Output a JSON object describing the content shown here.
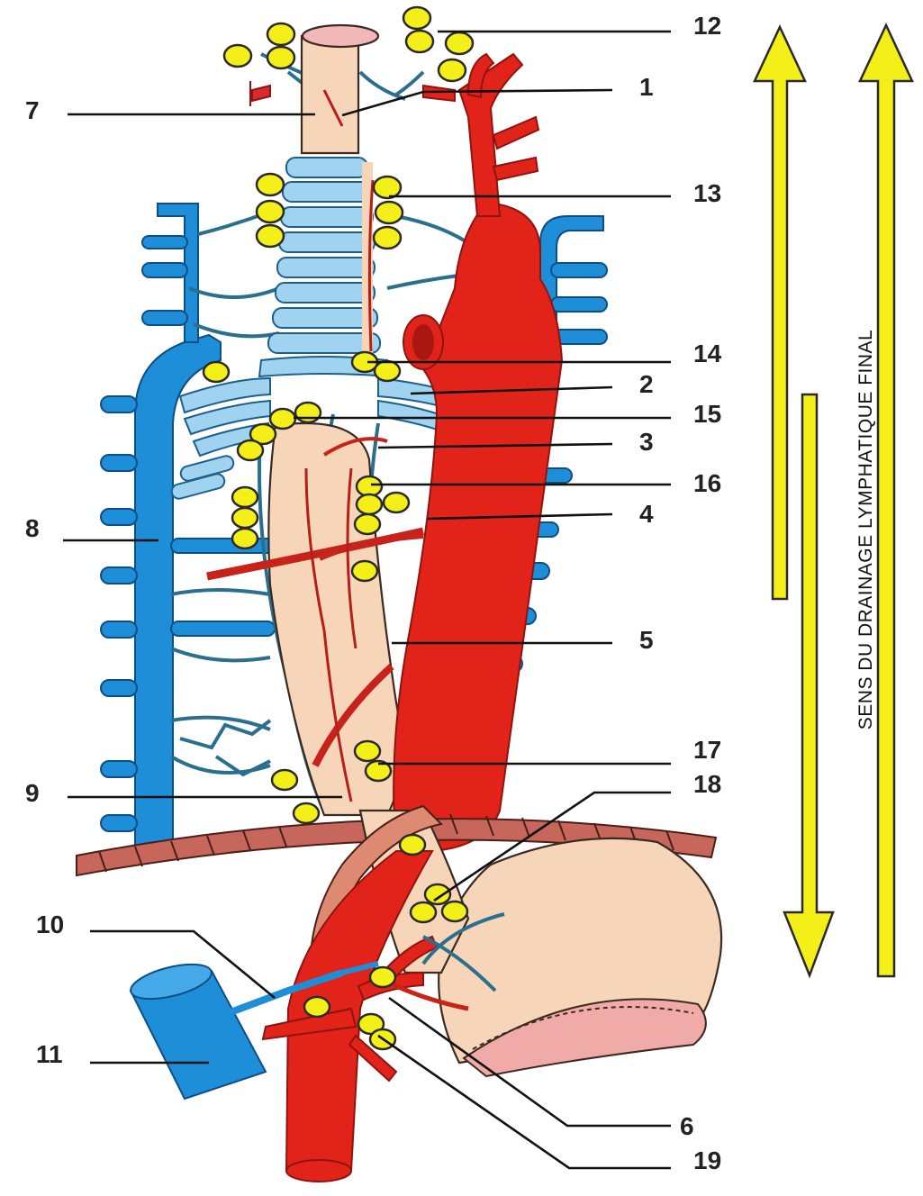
{
  "diagram": {
    "labels": {
      "l1": "1",
      "l2": "2",
      "l3": "3",
      "l4": "4",
      "l5": "5",
      "l6": "6",
      "l7": "7",
      "l8": "8",
      "l9": "9",
      "l10": "10",
      "l11": "11",
      "l12": "12",
      "l13": "13",
      "l14": "14",
      "l15": "15",
      "l16": "16",
      "l17": "17",
      "l18": "18",
      "l19": "19"
    },
    "side_caption": "SENS DU DRAINAGE LYMPHATIQUE FINAL",
    "colors": {
      "vein": "#1f8ed8",
      "artery": "#e2231a",
      "lymph_node": "#f4ef19",
      "esophagus": "#f6d5b8",
      "trachea_ring": "#9fd3f0",
      "diaphragm": "#c7665a"
    }
  }
}
